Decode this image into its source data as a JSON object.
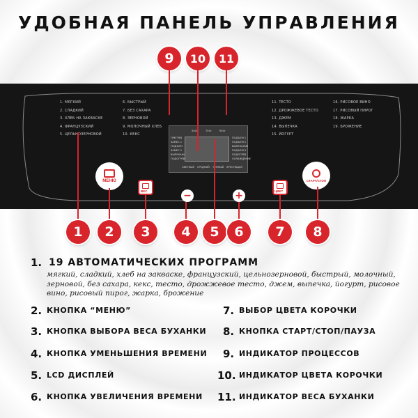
{
  "title": "УДОБНАЯ ПАНЕЛЬ УПРАВЛЕНИЯ",
  "colors": {
    "accent": "#d8242b",
    "panel": "#151515"
  },
  "panel": {
    "programs_col1": [
      "1. МЯГКИЙ",
      "2. СЛАДКИЙ",
      "3. ХЛЕБ НА ЗАКВАСКЕ",
      "4. ФРАНЦУЗСКИЙ",
      "5. ЦЕЛЬНОЗЕРНОВОЙ"
    ],
    "programs_col2": [
      "6. БЫСТРЫЙ",
      "7. БЕЗ САХАРА",
      "8. ЗЕРНОВОЙ",
      "9. МОЛОЧНЫЙ ХЛЕБ",
      "10. КЕКС"
    ],
    "programs_col3": [
      "11. ТЕСТО",
      "12. ДРОЖЖЕВОЕ ТЕСТО",
      "13. ДЖЕМ",
      "14. ВЫПЕЧКА",
      "15. ЙОГУРТ"
    ],
    "programs_col4": [
      "16. РИСОВОЕ ВИНО",
      "17. РИСОВЫЙ ПИРОГ",
      "18. ЖАРКА",
      "19. БРОЖЕНИЕ"
    ],
    "lcd": {
      "weights": [
        "500г",
        "750г",
        "900г"
      ],
      "left_states": [
        "ПРЕГРЕВ",
        "ЗАМЕС 1",
        "ПОДЪЕМ",
        "ЗАМЕС 2",
        "ВЫПЕКАНИЕ",
        "ПОДОГРЕВ"
      ],
      "right_states": [
        "ПОДЪЕМ 1",
        "ПОДЪЕМ 2",
        "ВЫПЕКАНИЕ",
        "ПОДЪЕМ 3",
        "ПОДОГРЕВ",
        "ОХЛАЖДЕНИЕ"
      ],
      "crust": [
        "СВЕТЛЫЙ",
        "СРЕДНИЙ",
        "ТЕМНЫЙ",
        "ХРУСТЯЩАЯ"
      ]
    },
    "btn_menu": "МЕНЮ",
    "btn_weight": "ВЕС",
    "btn_minus": "−",
    "btn_plus": "+",
    "btn_crust": "ЦВЕТ",
    "btn_start": "СТАРТ/СТОП"
  },
  "badges": [
    "1",
    "2",
    "3",
    "4",
    "5",
    "6",
    "7",
    "8",
    "9",
    "10",
    "11"
  ],
  "legend": {
    "item1_num": "1.",
    "item1_label": "19 АВТОМАТИЧЕСКИХ ПРОГРАММ",
    "item1_desc": "мягкий, сладкий, хлеб на закваске, французский, цельнозерновой, быстрый, молочный, зерновой, без сахара, кекс, тесто, дрожжевое тесто, джем, выпечка, йогурт, рисовое вино, рисовый пирог, жарка, брожение",
    "left": [
      {
        "num": "2.",
        "label": "КНОПКА “МЕНЮ”"
      },
      {
        "num": "3.",
        "label": "КНОПКА ВЫБОРА ВЕСА БУХАНКИ"
      },
      {
        "num": "4.",
        "label": "КНОПКА УМЕНЬШЕНИЯ ВРЕМЕНИ"
      },
      {
        "num": "5.",
        "label": "LCD ДИСПЛЕЙ"
      },
      {
        "num": "6.",
        "label": "КНОПКА УВЕЛИЧЕНИЯ ВРЕМЕНИ"
      }
    ],
    "right": [
      {
        "num": "7.",
        "label": "ВЫБОР ЦВЕТА КОРОЧКИ"
      },
      {
        "num": "8.",
        "label": "КНОПКА СТАРТ/СТОП/ПАУЗА"
      },
      {
        "num": "9.",
        "label": "ИНДИКАТОР ПРОЦЕССОВ"
      },
      {
        "num": "10.",
        "label": "ИНДИКАТОР ЦВЕТА КОРОЧКИ"
      },
      {
        "num": "11.",
        "label": "ИНДИКАТОР ВЕСА БУХАНКИ"
      }
    ]
  }
}
